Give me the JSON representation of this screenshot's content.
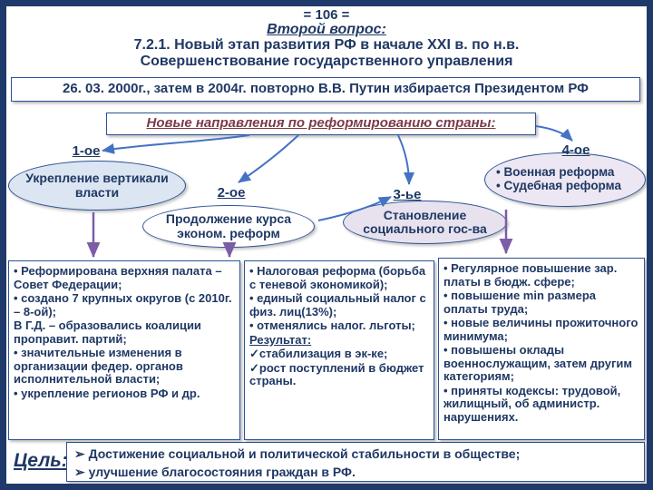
{
  "colors": {
    "slide-border": "#1f3a6a",
    "text-navy": "#1f3864",
    "box-border": "#2e5395",
    "maroon": "#7d3a49",
    "arrow-blue": "#4472c4",
    "arrow-purple": "#7b5ea7",
    "ellipse1-fill": "#dce6f2",
    "ellipse2-fill": "#ffffff",
    "ellipse3-fill": "#e8e2ee",
    "ellipse4-fill": "#ece7f2"
  },
  "header": {
    "page_number": "= 106 =",
    "question_label": "Второй вопрос:",
    "title_line1": "7.2.1. Новый этап развития РФ в начале XXI в. по н.в.",
    "title_line2": "Совершенствование государственного управления"
  },
  "president_box": {
    "text": "26. 03. 2000г., затем в 2004г. повторно В.В. Путин избирается Президентом РФ"
  },
  "directions_box": {
    "text": "Новые направления по реформированию страны:"
  },
  "ellipses": [
    {
      "label": "1-ое",
      "text": "Укрепление вертикали власти"
    },
    {
      "label": "2-ое",
      "text": "Продолжение курса эконом. реформ"
    },
    {
      "label": "3-ье",
      "text": "Становление социального гос-ва"
    },
    {
      "label": "4-ое",
      "lines": [
        "• Военная реформа",
        "• Судебная реформа"
      ]
    }
  ],
  "detail_boxes": {
    "left": {
      "lines": [
        "• Реформирована верхняя палата – Совет Федерации;",
        "• создано 7 крупных округов (с 2010г. – 8-ой);",
        "В Г.Д. – образовались коалиции проправит. партий;",
        "• значительные изменения в организации федер. органов исполнительной власти;",
        "• укрепление регионов РФ и др."
      ]
    },
    "middle": {
      "lines": [
        "• Налоговая реформа (борьба с теневой экономикой);",
        "• единый социальный налог с физ. лиц(13%);",
        "• отменялись налог. льготы;"
      ],
      "result_label": "Результат:",
      "result_lines": [
        "✓стабилизация в эк-ке;",
        "✓рост поступлений в бюджет страны."
      ]
    },
    "right": {
      "lines": [
        "• Регулярное повышение зар. платы в бюдж. сфере;",
        "• повышение min размера оплаты труда;",
        "• новые величины прожиточного минимума;",
        "• повышены оклады военнослужащим, затем другим категориям;",
        "• приняты кодексы: трудовой, жилищный, об администр. нарушениях."
      ]
    }
  },
  "goal": {
    "label": "Цель:",
    "lines": [
      "➢ Достижение социальной и политической стабильности в обществе;",
      "➢ улучшение благосостояния граждан в РФ."
    ]
  }
}
